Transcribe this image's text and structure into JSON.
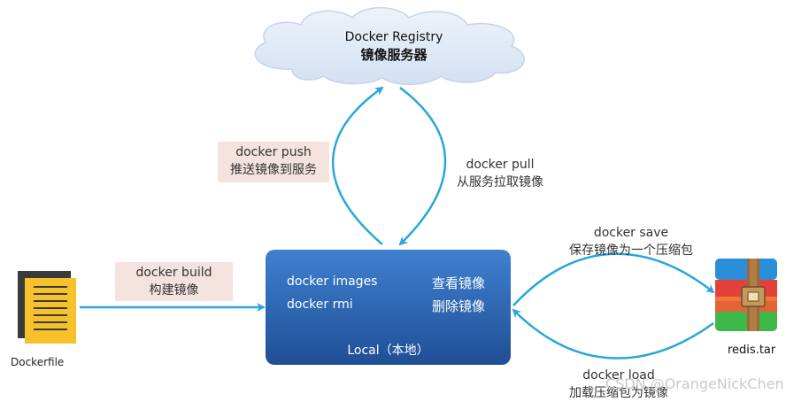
{
  "registry": {
    "title": "Docker Registry",
    "subtitle": "镜像服务器"
  },
  "push": {
    "command": "docker push",
    "desc": "推送镜像到服务"
  },
  "pull": {
    "command": "docker pull",
    "desc": "从服务拉取镜像"
  },
  "build": {
    "command": "docker build",
    "desc": "构建镜像"
  },
  "dockerfile": {
    "label": "Dockerfile"
  },
  "local": {
    "cmd_images": "docker images",
    "desc_images": "查看镜像",
    "cmd_rmi": "docker rmi",
    "desc_rmi": "删除镜像",
    "title": "Local（本地）"
  },
  "save": {
    "command": "docker save",
    "desc": "保存镜像为一个压缩包"
  },
  "load": {
    "command": "docker load",
    "desc": "加载压缩包为镜像"
  },
  "archive": {
    "label": "redis.tar"
  },
  "watermark": "CSDN @OrangeNickChen",
  "colors": {
    "arrow": "#29a6dc",
    "local_box_top": "#3f7fce",
    "local_box_bottom": "#1f4f96",
    "cloud": "#dde8f7",
    "label_bg": "#f4e2df",
    "file_yellow": "#f7c12b"
  }
}
